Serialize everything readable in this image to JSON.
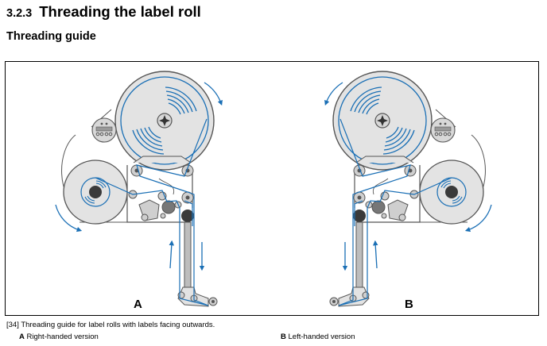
{
  "section": {
    "number": "3.2.3",
    "title": "Threading the label roll"
  },
  "subtitle": "Threading guide",
  "figure": {
    "panels": [
      {
        "letter": "A",
        "variant": "right-handed"
      },
      {
        "letter": "B",
        "variant": "left-handed"
      }
    ],
    "colors": {
      "web": "#1a6fb5",
      "disc_fill": "#e3e3e3",
      "outline": "#555555",
      "dark": "#3a3a3a"
    },
    "icons": [
      "label-reel-icon",
      "display-unit-icon",
      "roller-icon",
      "direction-arrow-icon",
      "dispensing-edge-icon"
    ]
  },
  "caption": {
    "number": "[34]",
    "text": "Threading guide for label rolls with labels facing outwards.",
    "legend": [
      {
        "key": "A",
        "text": "Right-handed version"
      },
      {
        "key": "B",
        "text": "Left-handed version"
      }
    ]
  }
}
